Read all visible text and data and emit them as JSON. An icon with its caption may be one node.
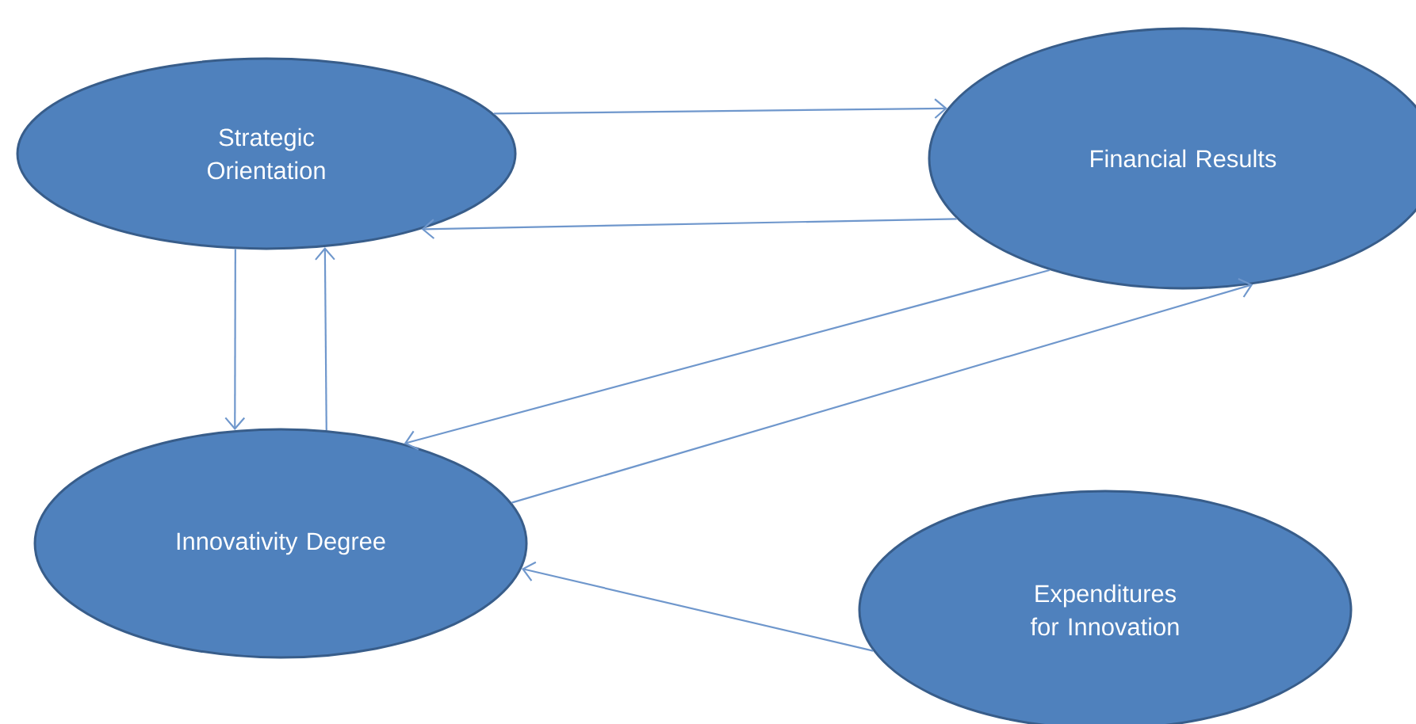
{
  "diagram": {
    "nodes": [
      {
        "text": [
          "Strategic Orientation"
        ]
      },
      {
        "text": [
          "Financial Results"
        ]
      },
      {
        "text": [
          "Innovativity Degree"
        ]
      },
      {
        "text": [
          "Expenditures for Innovation"
        ]
      }
    ],
    "edges": [
      {
        "from": 0,
        "to": 1,
        "arrow": "to"
      },
      {
        "from": 1,
        "to": 0,
        "arrow": "to"
      },
      {
        "from": 0,
        "to": 2,
        "arrow": "to"
      },
      {
        "from": 2,
        "to": 0,
        "arrow": "to"
      },
      {
        "from": 1,
        "to": 2,
        "arrow": "to"
      },
      {
        "from": 2,
        "to": 1,
        "arrow": "to"
      },
      {
        "from": 3,
        "to": 2,
        "arrow": "to"
      }
    ]
  }
}
